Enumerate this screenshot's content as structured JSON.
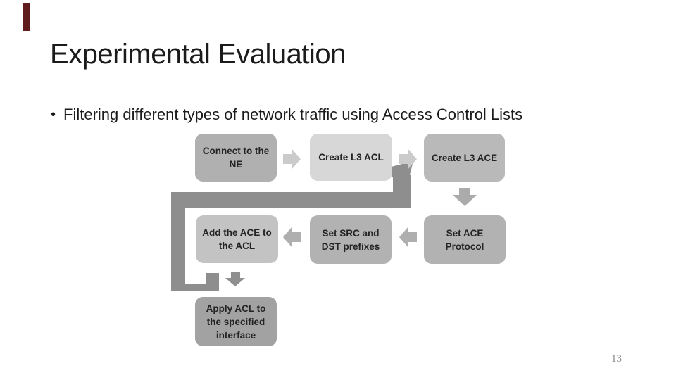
{
  "slide": {
    "title": "Experimental Evaluation",
    "bullet_glyph": "•",
    "bullet_text": "Filtering different types of network traffic using Access Control Lists",
    "page_number": "13"
  },
  "colors": {
    "accent_bar": "#5f1b1e",
    "arrow_light": "#cbcbcb",
    "arrow_medium": "#afafaf",
    "arrow_down_first": "#ababab",
    "arrow_down_second": "#8f8f8f",
    "connector": "#8e8e8e"
  },
  "flowchart": {
    "boxes": [
      {
        "label": "Connect to the NE",
        "fill": "#b0b0b0"
      },
      {
        "label": "Create L3 ACL",
        "fill": "#d7d7d7"
      },
      {
        "label": "Create L3 ACE",
        "fill": "#b9b9b9"
      },
      {
        "label": "Add the ACE to the ACL",
        "fill": "#c3c3c3"
      },
      {
        "label": "Set SRC and DST prefixes",
        "fill": "#b2b2b2"
      },
      {
        "label": "Set ACE Protocol",
        "fill": "#b2b2b2"
      },
      {
        "label": "Apply ACL to the specified interface",
        "fill": "#a2a2a2"
      }
    ]
  }
}
